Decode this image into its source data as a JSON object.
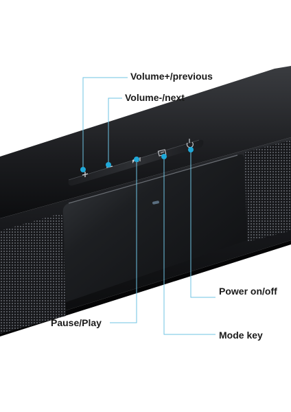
{
  "callouts": {
    "volume_up": "Volume+/previous",
    "volume_down": "Volume-/next",
    "power": "Power on/off",
    "pause_play": "Pause/Play",
    "mode": "Mode key"
  },
  "icons": {
    "volume_up": "plus-icon",
    "volume_down": "minus-icon",
    "pause_play": "play-pause-icon",
    "mode": "mode-icon",
    "power": "power-icon"
  },
  "colors": {
    "background": "#ffffff",
    "body": "#111214",
    "accent": "#1fa8d8",
    "leader": "#6ec3e3",
    "text": "#1a1a1a"
  }
}
